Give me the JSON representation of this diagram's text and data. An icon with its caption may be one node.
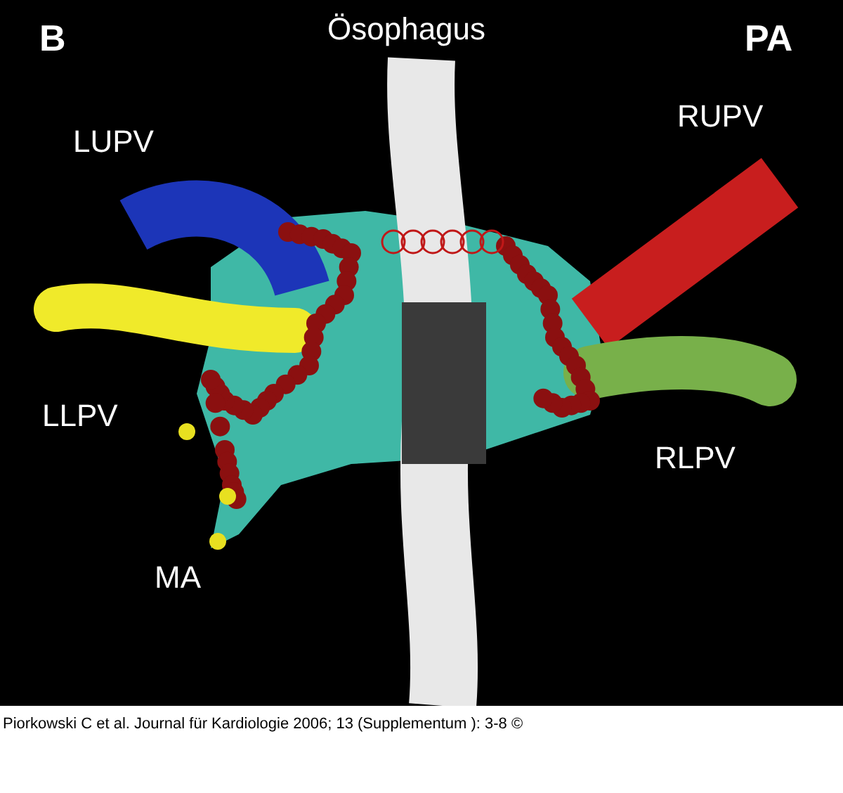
{
  "diagram": {
    "caption": "Piorkowski C et al. Journal für Kardiologie 2006; 13 (Supplementum ): 3-8 ©",
    "labels": [
      "B",
      "Ösophagus",
      "PA",
      "LUPV",
      "RUPV",
      "LLPV",
      "RLPV",
      "MA"
    ]
  }
}
